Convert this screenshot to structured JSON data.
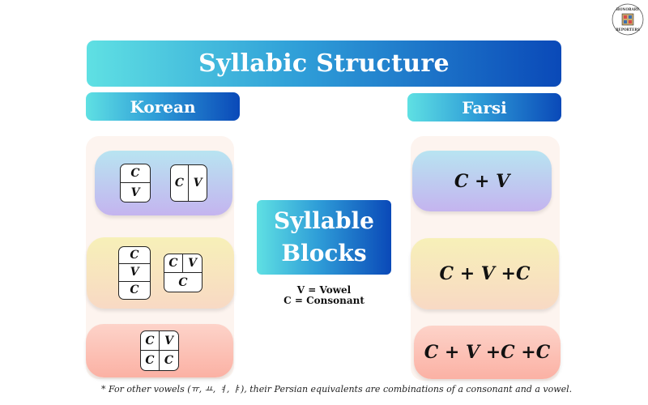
{
  "title": "Syllabic Structure",
  "columns": {
    "left": "Korean",
    "right": "Farsi"
  },
  "center": {
    "line1": "Syllable",
    "line2": "Blocks"
  },
  "legend": {
    "vowel": "V = Vowel",
    "consonant": "C = Consonant"
  },
  "korean_blocks": {
    "row1": {
      "a": [
        "C",
        "V"
      ],
      "b": [
        "C",
        "V"
      ]
    },
    "row2": {
      "a": [
        "C",
        "V",
        "C"
      ],
      "b": [
        "C",
        "V",
        "C"
      ]
    },
    "row3": {
      "a": [
        "C",
        "V",
        "C",
        "C"
      ]
    }
  },
  "farsi_patterns": [
    "C + V",
    "C + V +C",
    "C + V +C +C"
  ],
  "footnote": "* For other vowels (ㅠ, ㅛ, ㅕ, ㅑ), their Persian equivalents are combinations of a consonant and a vowel.",
  "logo": {
    "top_text": "HONORARY",
    "bottom_text": "REPORTERS"
  },
  "colors": {
    "gradient_start": "#5fe0e3",
    "gradient_end": "#0a49b8",
    "panel_bg": "#fdf4ef"
  }
}
